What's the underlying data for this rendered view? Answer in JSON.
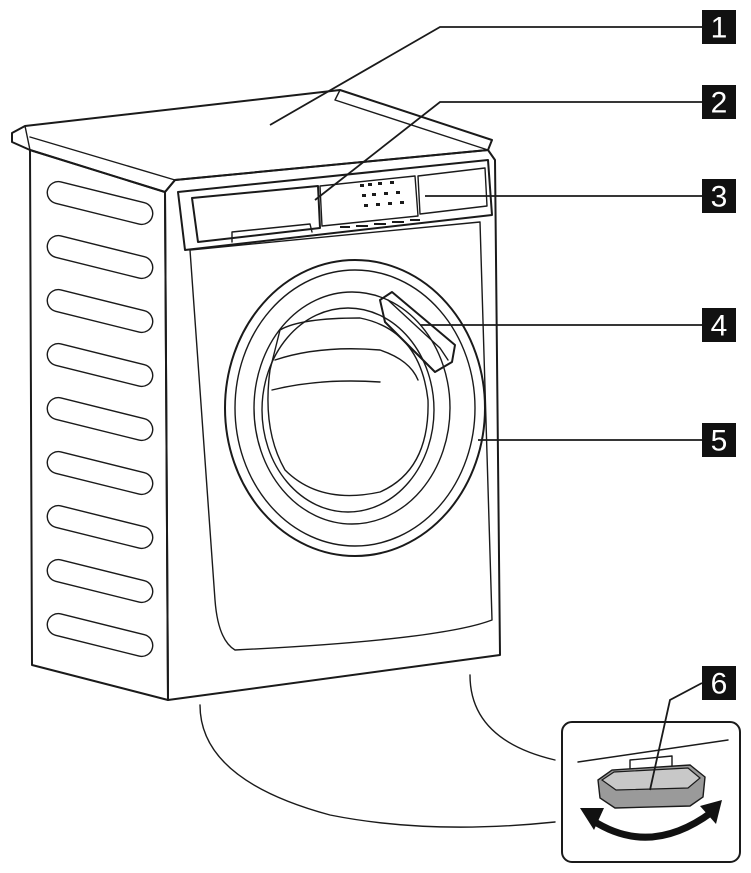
{
  "callouts": [
    {
      "label": "1"
    },
    {
      "label": "2"
    },
    {
      "label": "3"
    },
    {
      "label": "4"
    },
    {
      "label": "5"
    },
    {
      "label": "6"
    }
  ],
  "colors": {
    "ink": "#1a1a1a",
    "callout_fill": "#111111",
    "callout_text": "#ffffff",
    "machine_fill": "#ffffff",
    "foot_fill": "#c8c8c8",
    "foot_shadow": "#9a9a9a"
  }
}
